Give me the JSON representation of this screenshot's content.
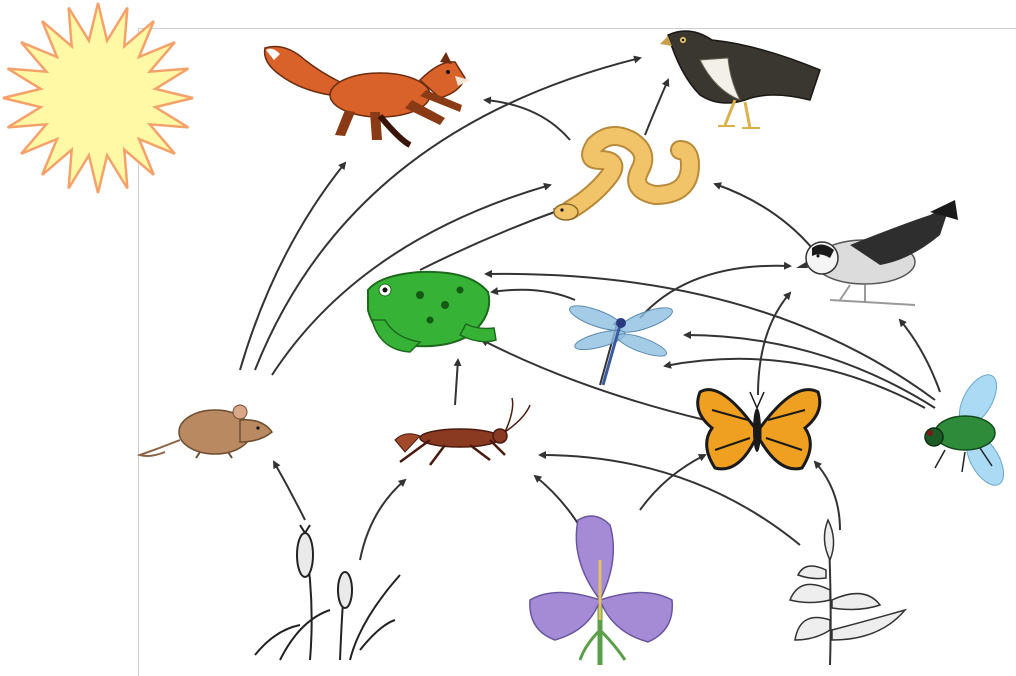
{
  "diagram": {
    "organisms": [
      {
        "id": "sun",
        "icon": "sun-icon"
      },
      {
        "id": "fox",
        "icon": "fox-icon"
      },
      {
        "id": "hawk",
        "icon": "hawk-icon"
      },
      {
        "id": "snake",
        "icon": "snake-icon"
      },
      {
        "id": "bird",
        "icon": "bird-icon"
      },
      {
        "id": "frog",
        "icon": "frog-icon"
      },
      {
        "id": "dragonfly",
        "icon": "dragonfly-icon"
      },
      {
        "id": "mouse",
        "icon": "mouse-icon"
      },
      {
        "id": "cricket",
        "icon": "cricket-icon"
      },
      {
        "id": "butterfly",
        "icon": "butterfly-icon"
      },
      {
        "id": "fly",
        "icon": "fly-icon"
      },
      {
        "id": "wheat",
        "icon": "wheat-icon"
      },
      {
        "id": "iris",
        "icon": "iris-flower-icon"
      },
      {
        "id": "herb",
        "icon": "herb-plant-icon"
      }
    ],
    "edges": [
      {
        "from": "wheat",
        "to": "mouse"
      },
      {
        "from": "wheat",
        "to": "cricket"
      },
      {
        "from": "iris",
        "to": "cricket"
      },
      {
        "from": "iris",
        "to": "butterfly"
      },
      {
        "from": "herb",
        "to": "cricket"
      },
      {
        "from": "herb",
        "to": "butterfly"
      },
      {
        "from": "mouse",
        "to": "fox"
      },
      {
        "from": "mouse",
        "to": "hawk"
      },
      {
        "from": "mouse",
        "to": "snake"
      },
      {
        "from": "cricket",
        "to": "frog"
      },
      {
        "from": "frog",
        "to": "snake"
      },
      {
        "from": "snake",
        "to": "fox"
      },
      {
        "from": "snake",
        "to": "hawk"
      },
      {
        "from": "dragonfly",
        "to": "frog"
      },
      {
        "from": "dragonfly",
        "to": "bird"
      },
      {
        "from": "butterfly",
        "to": "frog"
      },
      {
        "from": "butterfly",
        "to": "bird"
      },
      {
        "from": "butterfly",
        "to": "dragonfly"
      },
      {
        "from": "fly",
        "to": "frog"
      },
      {
        "from": "fly",
        "to": "dragonfly"
      },
      {
        "from": "fly",
        "to": "bird"
      },
      {
        "from": "bird",
        "to": "snake"
      }
    ],
    "colors": {
      "sun_fill": "#FFF9A6",
      "sun_stroke": "#F4A26A",
      "arrow": "#333333",
      "fox": "#D9622B",
      "frog": "#36B336",
      "snake": "#F2C46A",
      "mouse": "#B98A62",
      "cricket": "#8B3A22",
      "butterfly": "#F0A020",
      "iris": "#A58BD6",
      "dragonfly": "#8FBFE0",
      "fly_body": "#2E8B3A",
      "fly_wing": "#9CD3F2"
    }
  }
}
